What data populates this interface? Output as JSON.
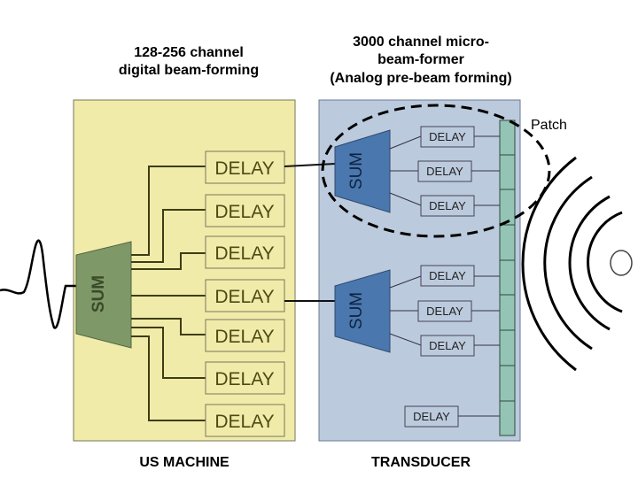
{
  "headers": {
    "left_line1": "128-256 channel",
    "left_line2": "digital beam-forming",
    "right_line1": "3000 channel micro-",
    "right_line2": "beam-former",
    "right_line3": "(Analog pre-beam forming)"
  },
  "footers": {
    "us_machine": "US MACHINE",
    "transducer": "TRANSDUCER"
  },
  "us_machine": {
    "sum_label": "SUM",
    "delays": [
      "DELAY",
      "DELAY",
      "DELAY",
      "DELAY",
      "DELAY",
      "DELAY",
      "DELAY"
    ]
  },
  "transducer": {
    "patch_label": "Patch",
    "sum_top": "SUM",
    "sum_bottom": "SUM",
    "delays_top": [
      "DELAY",
      "DELAY",
      "DELAY"
    ],
    "delays_bottom": [
      "DELAY",
      "DELAY",
      "DELAY"
    ],
    "delay_lone": "DELAY"
  },
  "colors": {
    "us_machine_bg": "#f1ebaa",
    "transducer_bg": "#bccadd",
    "sum_green": "#7e9868",
    "sum_blue": "#4a77ad",
    "element_teal": "#93c4b4",
    "delay_small_bg": "#bccadd",
    "delay_big_bg": "#f1ebaa"
  }
}
